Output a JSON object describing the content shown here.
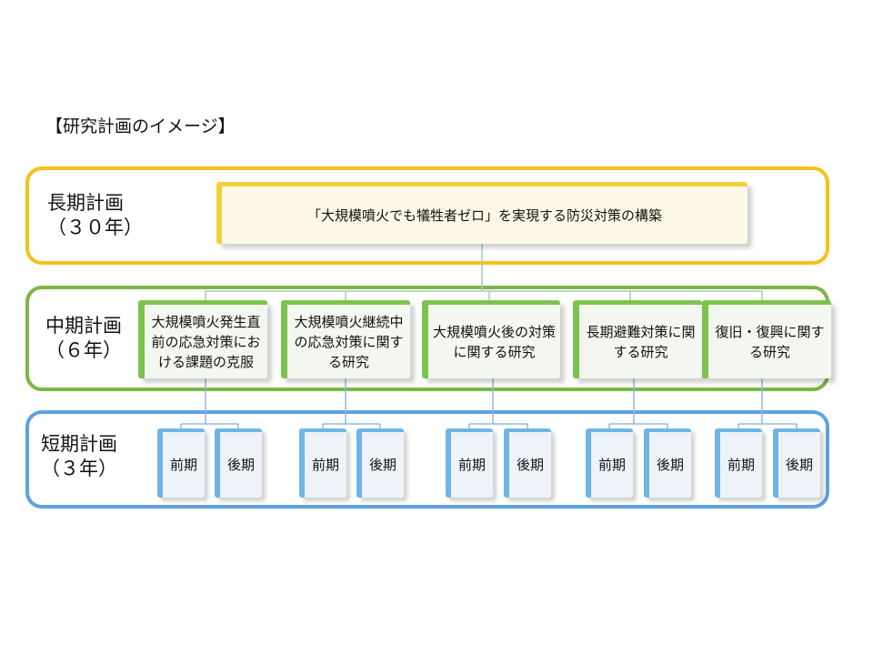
{
  "title": "【研究計画のイメージ】",
  "bands": {
    "long": {
      "label_line1": "長期計画",
      "label_line2": "（３０年）"
    },
    "mid": {
      "label_line1": "中期計画",
      "label_line2": "（６年）"
    },
    "short": {
      "label_line1": "短期計画",
      "label_line2": "（３年）"
    }
  },
  "long_term_goal": "「大規模噴火でも犠牲者ゼロ」を実現する防災対策の構築",
  "mid_term_projects": [
    {
      "label": "大規模噴火発生直前の応急対策における課題の克服"
    },
    {
      "label": "大規模噴火継続中の応急対策に関する研究"
    },
    {
      "label": "大規模噴火後の対策に関する研究"
    },
    {
      "label": "長期避難対策に関する研究"
    },
    {
      "label": "復旧・復興に関する研究"
    }
  ],
  "short_term_phases": {
    "first": "前期",
    "second": "後期"
  },
  "colors": {
    "long_band": "#f5c216",
    "mid_band": "#7ab648",
    "short_band": "#5da2e0",
    "connector": "#a8c9b8"
  }
}
